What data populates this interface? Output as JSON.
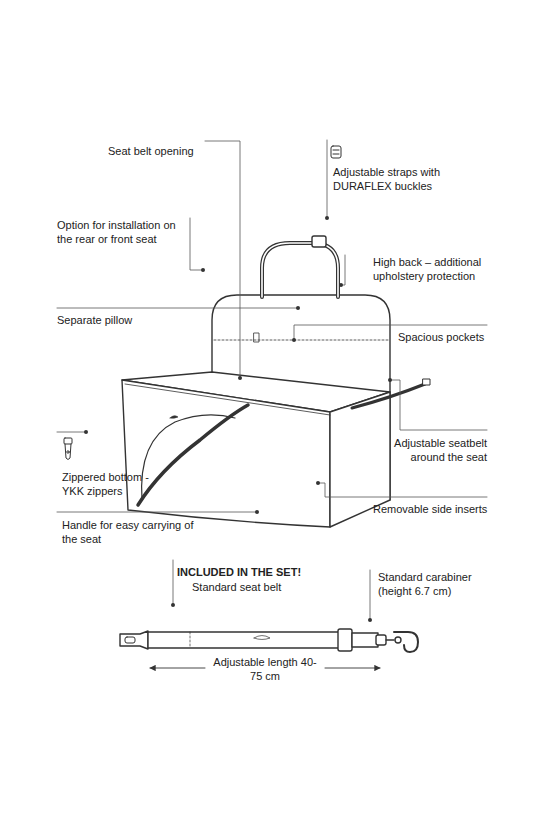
{
  "diagram": {
    "labels": [
      "Seat belt opening",
      "Adjustable straps with DURAFLEX buckles",
      "Option for installation on the rear or front seat",
      "High back – additional upholstery protection",
      "Separate pillow",
      "Spacious pockets",
      "Adjustable seatbelt around the seat",
      "Zippered bottom - YKK zippers",
      "Removable side inserts",
      "Handle for easy carrying of the seat",
      "INCLUDED IN THE SET!",
      "Standard seat belt",
      "Standard carabiner (height 6.7 cm)",
      "Adjustable length 40-75 cm"
    ]
  }
}
